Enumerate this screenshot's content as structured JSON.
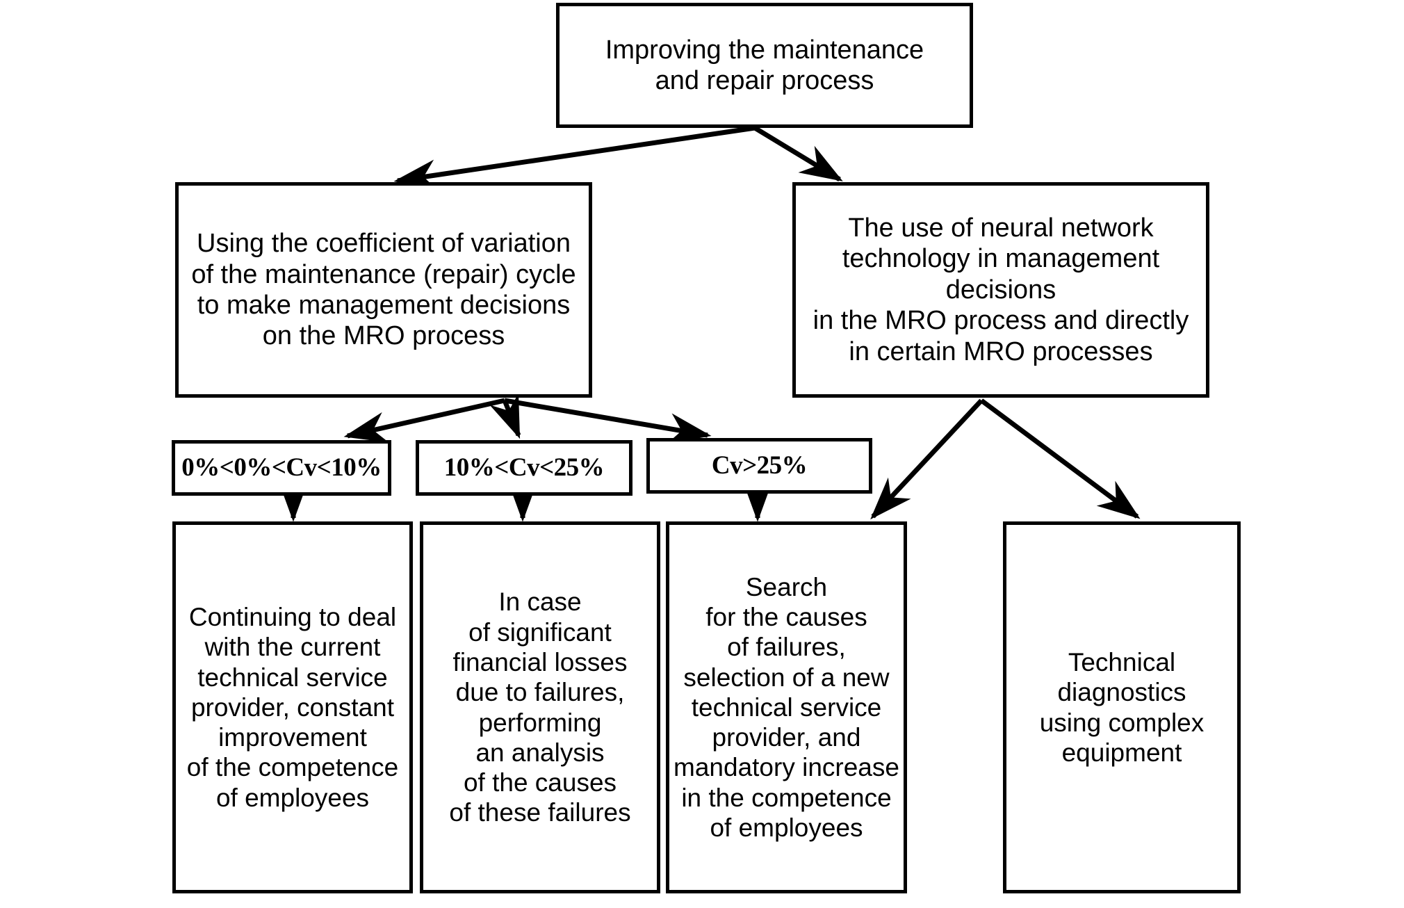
{
  "diagram": {
    "title_text": "Improving the maintenance\nand repair process",
    "nodes": {
      "root": {
        "label": "Improving the maintenance\nand repair process"
      },
      "cv_approach": {
        "label": "Using the coefficient of variation\nof the maintenance (repair) cycle\nto make management decisions\non the MRO process"
      },
      "nn_approach": {
        "label": "The use of neural network\ntechnology in management decisions\nin the MRO process and directly\nin certain MRO processes"
      },
      "conditions": [
        {
          "label": "0%<0%<Cv<10%"
        },
        {
          "label": "10%<Cv<25%"
        },
        {
          "label": "Cv>25%"
        }
      ],
      "outcomes": [
        {
          "label": "Continuing to deal\nwith the current\ntechnical service\nprovider, constant\nimprovement\nof the competence\nof employees"
        },
        {
          "label": "In case\nof significant\nfinancial losses\ndue to failures,\nperforming\nan analysis\nof the causes\nof these failures"
        },
        {
          "label": "Search\nfor the causes\nof failures,\nselection of a new\ntechnical service\nprovider, and\nmandatory increase\nin the competence\nof employees"
        },
        {
          "label": "Technical\ndiagnostics\nusing complex\nequipment"
        }
      ]
    },
    "colors": {
      "stroke": "#000000",
      "fill": "#ffffff"
    }
  }
}
